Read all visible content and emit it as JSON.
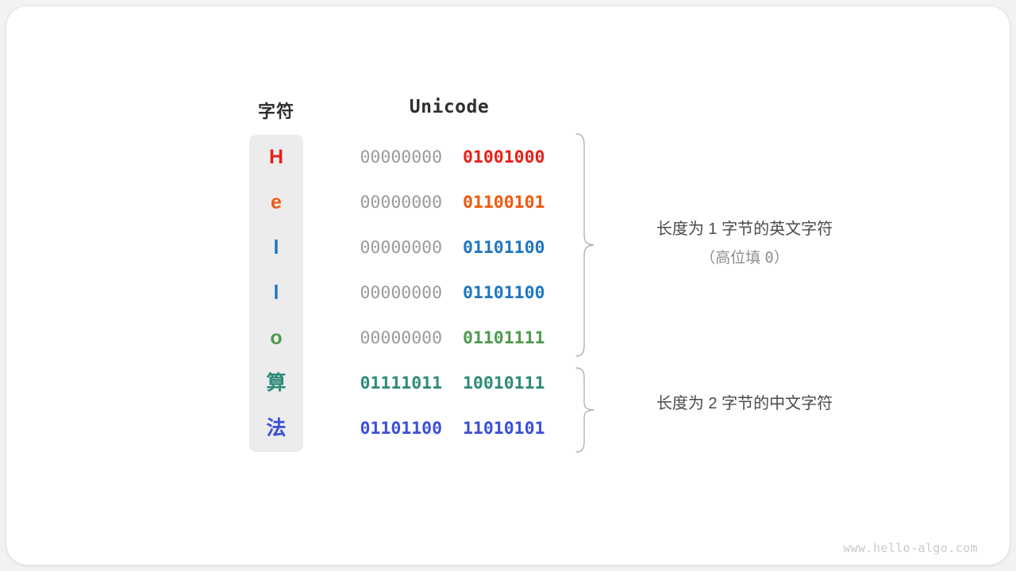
{
  "headers": {
    "char": "字符",
    "unicode": "Unicode"
  },
  "rows": [
    {
      "char": "H",
      "char_color": "#e8201a",
      "high": "00000000",
      "low": "01001000",
      "low_color": "#e8201a",
      "high_dim": true
    },
    {
      "char": "e",
      "char_color": "#f0590f",
      "high": "00000000",
      "low": "01100101",
      "low_color": "#f0590f",
      "high_dim": true
    },
    {
      "char": "l",
      "char_color": "#2077c0",
      "high": "00000000",
      "low": "01101100",
      "low_color": "#2077c0",
      "high_dim": true
    },
    {
      "char": "l",
      "char_color": "#2077c0",
      "high": "00000000",
      "low": "01101100",
      "low_color": "#2077c0",
      "high_dim": true
    },
    {
      "char": "o",
      "char_color": "#4e9a4e",
      "high": "00000000",
      "low": "01101111",
      "low_color": "#4e9a4e",
      "high_dim": true
    },
    {
      "char": "算",
      "char_color": "#2e8b78",
      "high": "01111011",
      "low": "10010111",
      "low_color": "#2e8b78",
      "high_dim": false
    },
    {
      "char": "法",
      "char_color": "#3b4fd8",
      "high": "01101100",
      "low": "11010101",
      "low_color": "#3b4fd8",
      "high_dim": false
    }
  ],
  "annotations": {
    "one_byte": {
      "line1": "长度为 1 字节的英文字符",
      "line2_open": "（高位填 ",
      "line2_value": "0",
      "line2_close": "）"
    },
    "two_byte": {
      "line1": "长度为 2 字节的中文字符"
    }
  },
  "footer": {
    "url": "www.hello-algo.com"
  },
  "colors": {
    "panel_bg": "#ececec",
    "card_bg": "#ffffff",
    "page_bg": "#f2f2f2",
    "dim_bits": "#9a9a9a",
    "brace": "#b0b0b0",
    "note_text": "#4a4a4a",
    "note_sub": "#8d8d8d",
    "header_text": "#2f2f2f",
    "footer_text": "#c9c9c9"
  }
}
